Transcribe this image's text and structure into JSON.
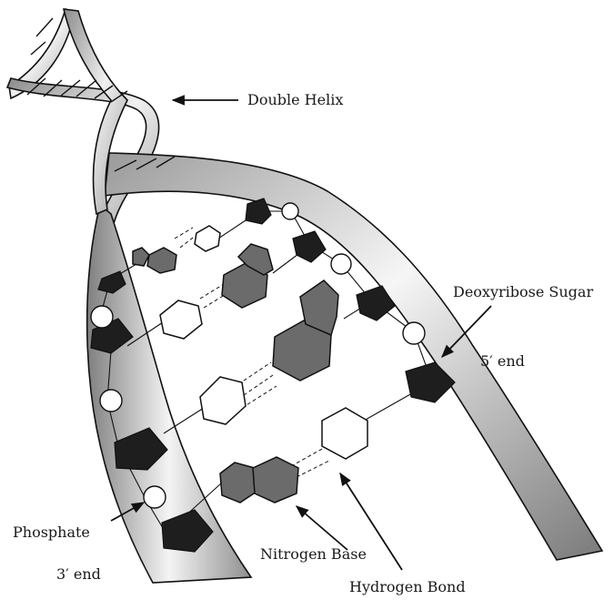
{
  "labels": {
    "double_helix": "Double Helix",
    "deoxyribose_sugar": "Deoxyribose Sugar",
    "five_prime_end": "5′ end",
    "phosphate": "Phosphate",
    "three_prime_end": "3′ end",
    "nitrogen_base": "Nitrogen Base",
    "hydrogen_bond": "Hydrogen Bond"
  },
  "colors": {
    "sugar": "#1e1e1e",
    "base_purine": "#6b6b6b",
    "base_pyrimidine": "#ffffff",
    "phosphate": "#ffffff",
    "strand_dark": "#8a8a8a",
    "strand_light": "#f2f2f2",
    "outline": "#111111"
  }
}
